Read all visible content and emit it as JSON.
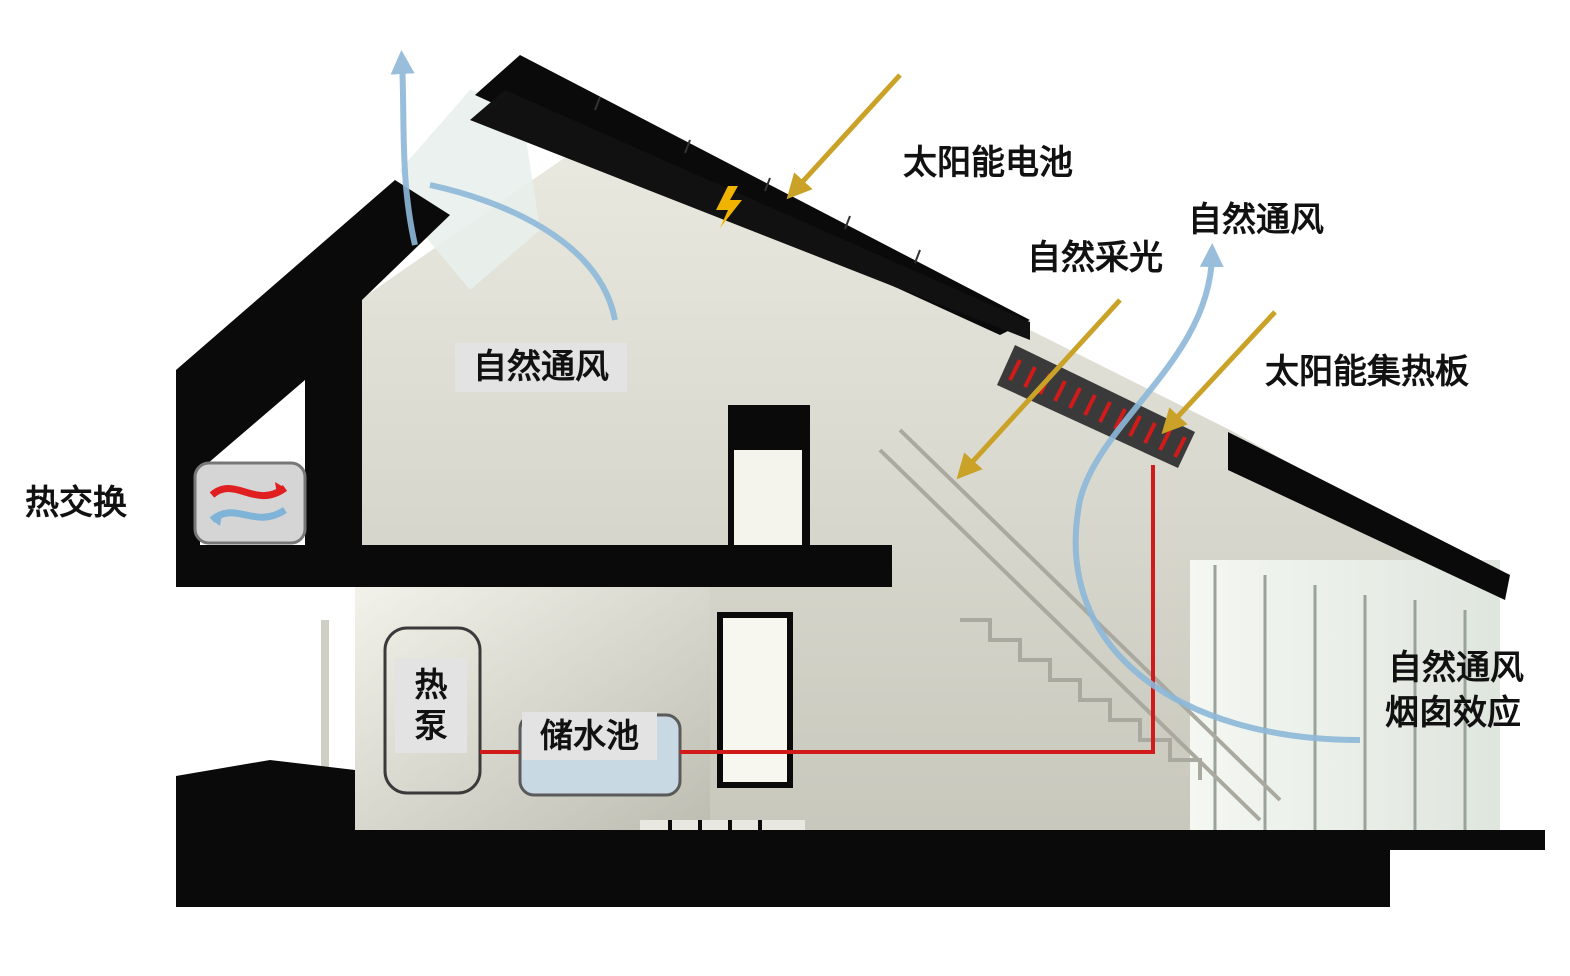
{
  "labels": {
    "solar_cell": "太阳能电池",
    "natural_ventilation_top": "自然通风",
    "natural_lighting": "自然采光",
    "natural_ventilation_attic": "自然通风",
    "solar_collector": "太阳能集热板",
    "heat_exchange": "热交换",
    "natural_ventilation_chimney_line1": "自然通风",
    "natural_ventilation_chimney_line2": "烟囱效应",
    "heat_pump_line1": "热",
    "heat_pump_line2": "泵",
    "water_tank": "储水池"
  },
  "colors": {
    "roof": "#0a0a0a",
    "wall": "#d9d9d0",
    "sun_ray": "#c9a227",
    "pipe": "#d11a1a",
    "air_flow": "#8db8d8"
  },
  "icons": [
    "lightning-icon",
    "heat-exchange-icon"
  ]
}
